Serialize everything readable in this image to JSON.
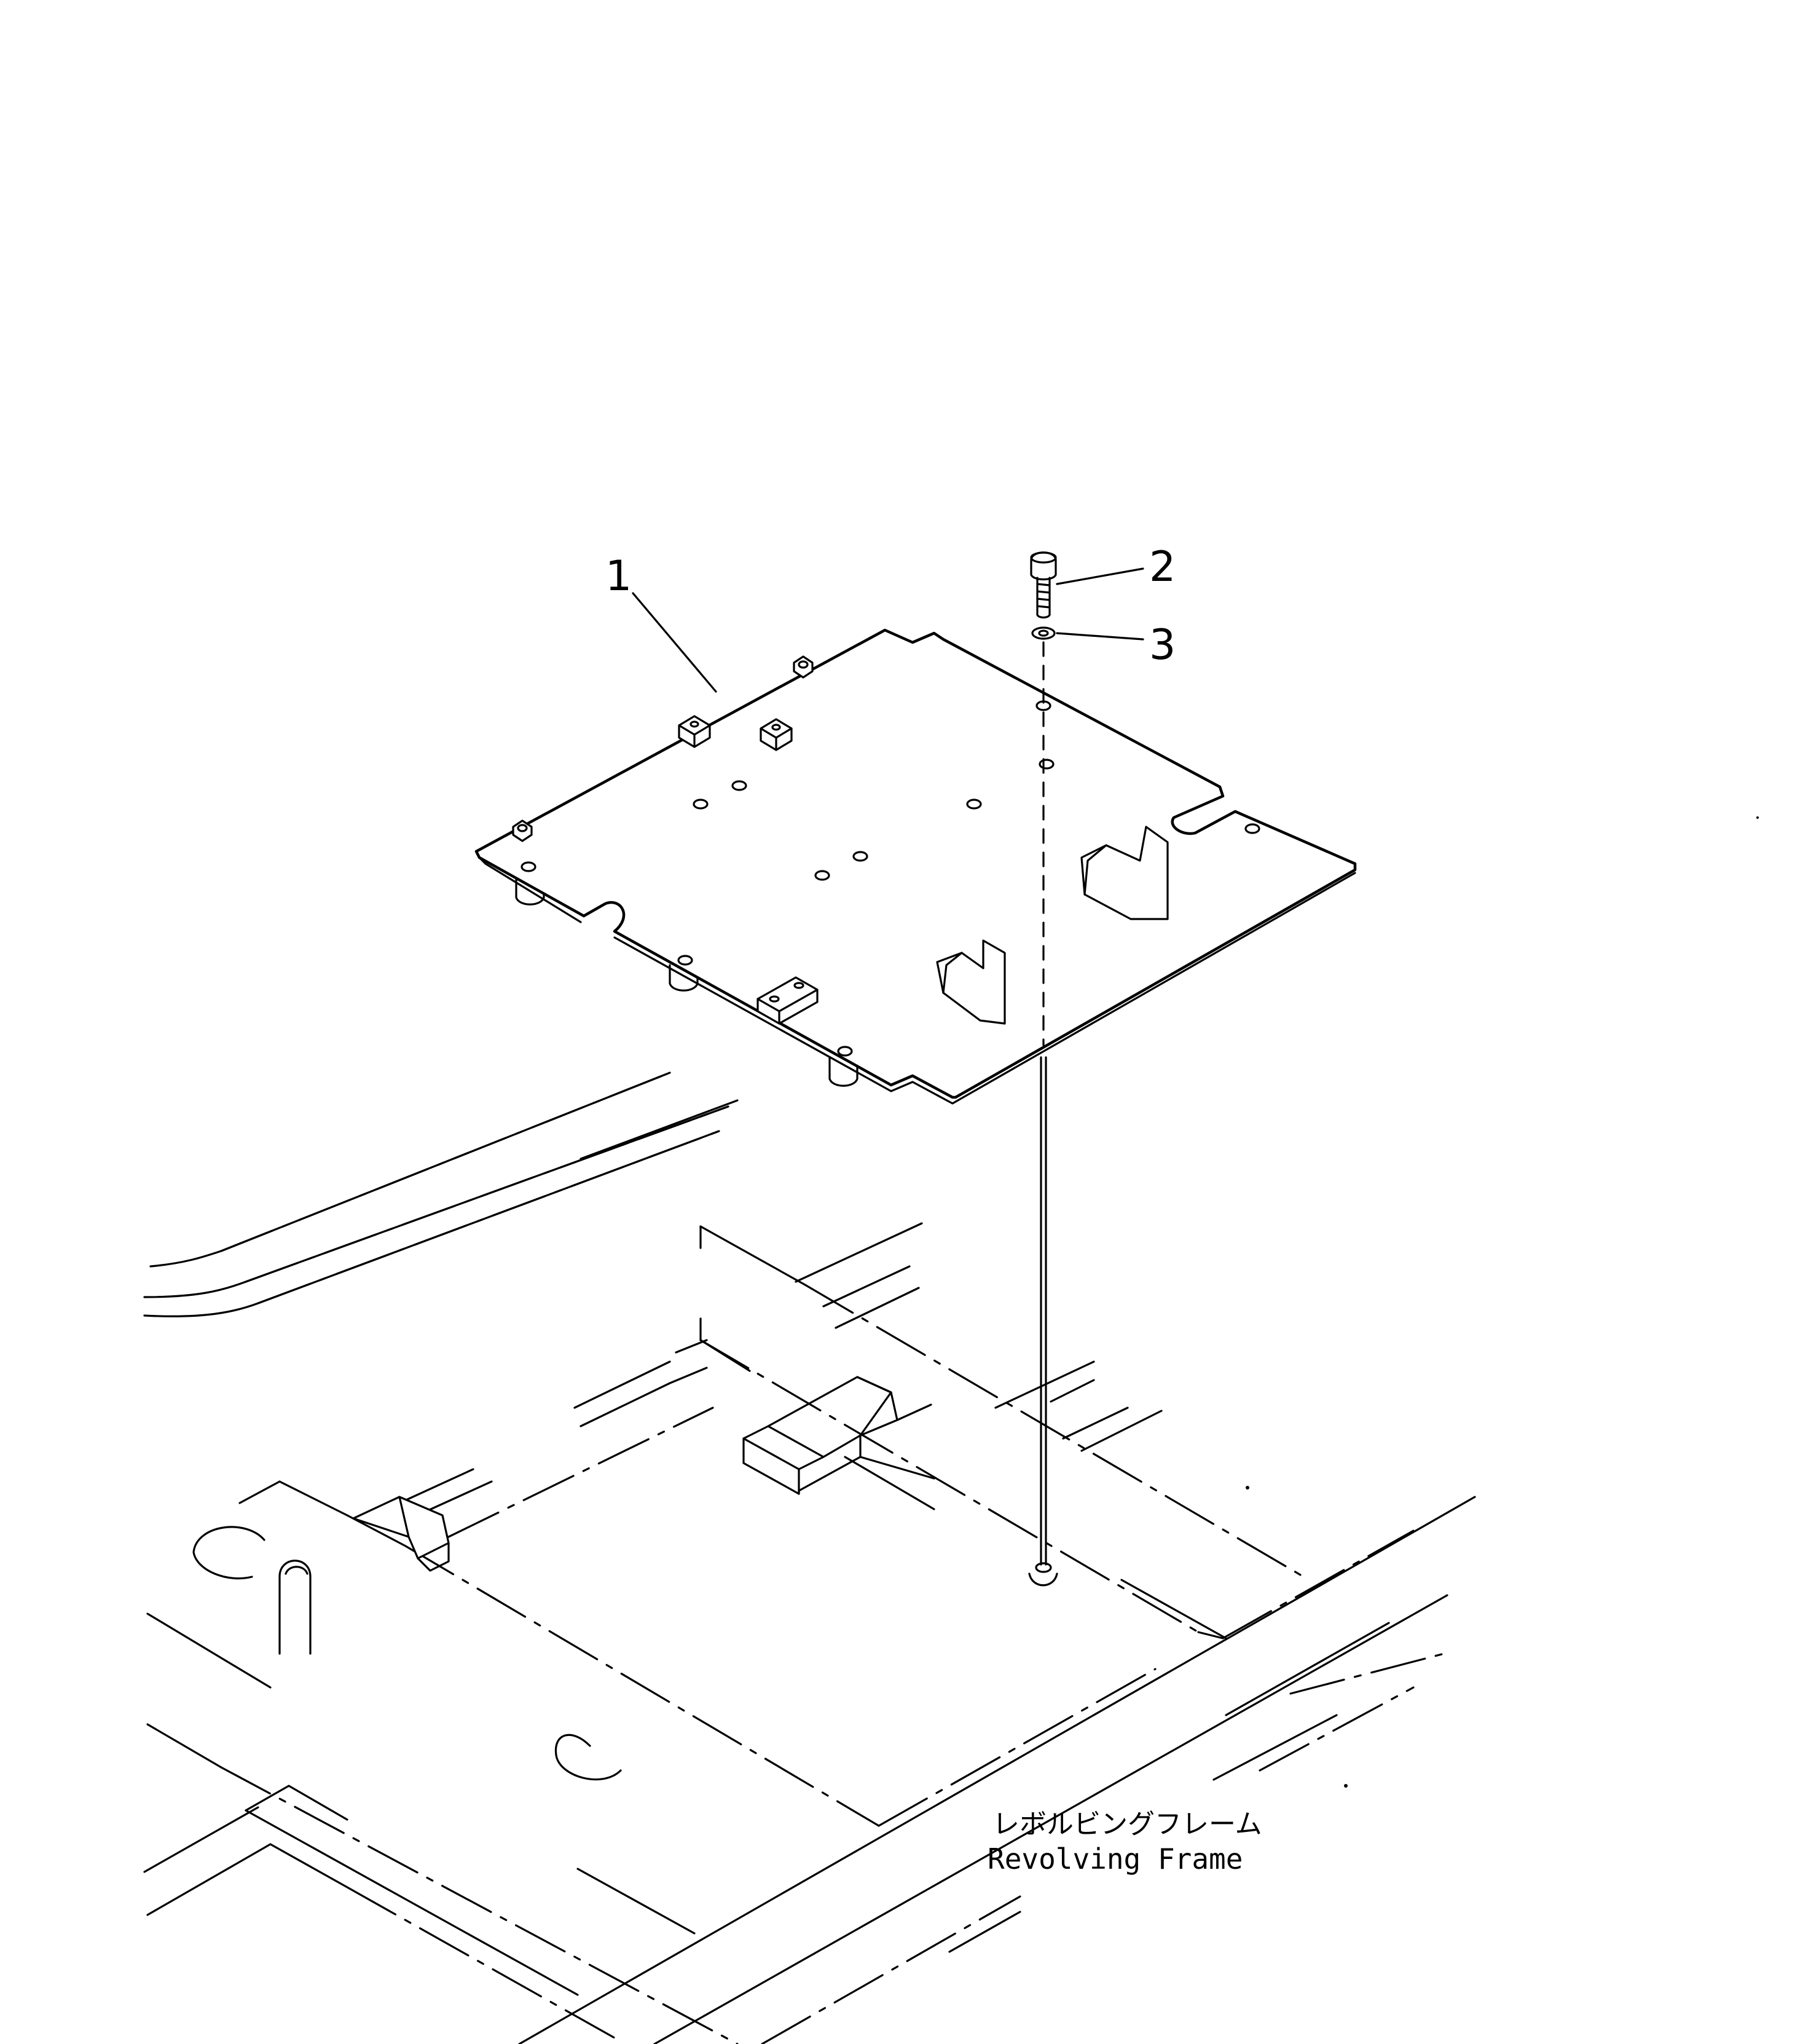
{
  "callouts": [
    {
      "number": "1",
      "part": "floor plate"
    },
    {
      "number": "2",
      "part": "bolt"
    },
    {
      "number": "3",
      "part": "washer"
    }
  ],
  "frame_label": {
    "japanese": "レボルビングフレーム",
    "english": "Revolving Frame"
  }
}
